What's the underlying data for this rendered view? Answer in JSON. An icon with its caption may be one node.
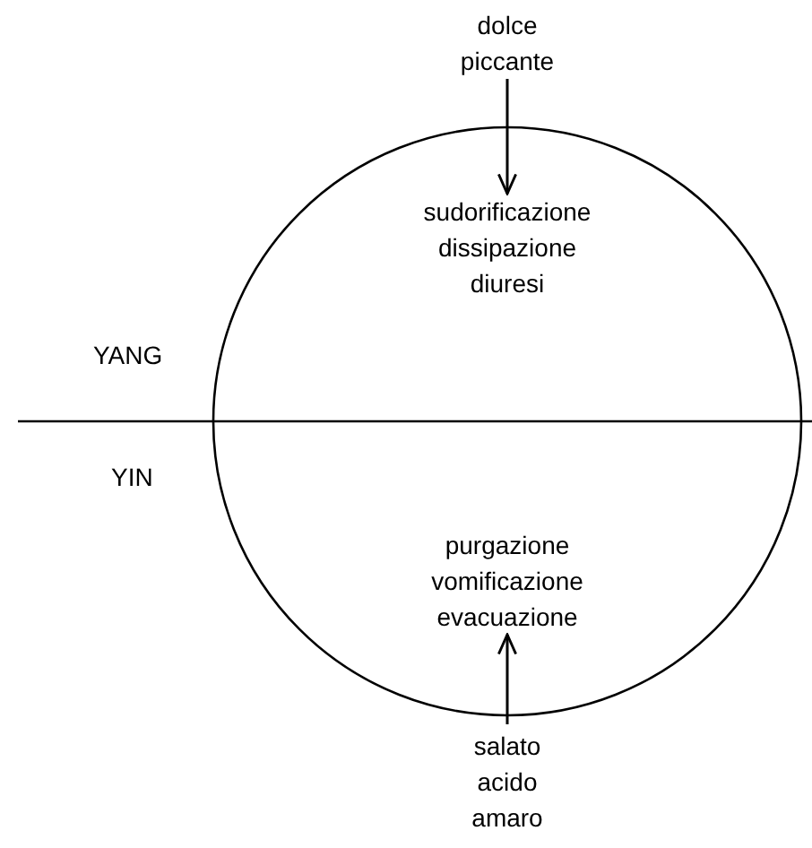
{
  "diagram": {
    "nodes": [
      {
        "text": [
          "dolce piccante"
        ]
      },
      {
        "text": [],
        "shape": "circle"
      },
      {
        "text": [
          "sudorificazione dissipazione diuresi"
        ],
        "in": 1
      },
      {
        "text": [
          "purgazione vomificazione evacuazione"
        ],
        "in": 1
      },
      {
        "text": [
          "salato acido amaro"
        ]
      }
    ],
    "edges": [
      {
        "from": 0,
        "to": 2,
        "arrow": "to"
      },
      {
        "from": 4,
        "to": 3,
        "arrow": "to"
      }
    ],
    "labels": [
      "YANG",
      "YIN"
    ]
  }
}
